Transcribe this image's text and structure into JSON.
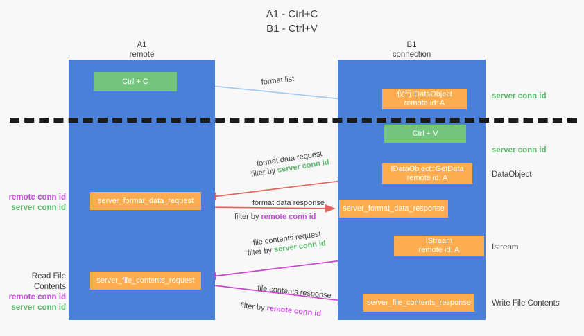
{
  "title": {
    "line1": "A1 - Ctrl+C",
    "line2": "B1 - Ctrl+V"
  },
  "columns": [
    {
      "name": "A1",
      "role": "remote"
    },
    {
      "name": "B1",
      "role": "connection"
    }
  ],
  "nodes": [
    {
      "id": "ctrl-c",
      "line1": "Ctrl + C",
      "line2": "",
      "color": "#74c47e"
    },
    {
      "id": "idataobject",
      "line1": "仅行IDataObject",
      "line2": "remote id: A",
      "color": "#fcad4f"
    },
    {
      "id": "ctrl-v",
      "line1": "Ctrl + V",
      "line2": "",
      "color": "#74c47e"
    },
    {
      "id": "getdata",
      "line1": "IDataObject::GetData",
      "line2": "remote id: A",
      "color": "#fcad4f"
    },
    {
      "id": "format-data-req",
      "line1": "server_format_data_request",
      "line2": "",
      "color": "#fcad4f"
    },
    {
      "id": "format-data-res",
      "line1": "server_format_data_response",
      "line2": "",
      "color": "#fcad4f"
    },
    {
      "id": "istream",
      "line1": "IStream",
      "line2": "remote id: A",
      "color": "#fcad4f"
    },
    {
      "id": "file-contents-req",
      "line1": "server_file_contents_request",
      "line2": "",
      "color": "#fcad4f"
    },
    {
      "id": "file-contents-res",
      "line1": "server_file_contents_response",
      "line2": "",
      "color": "#fcad4f"
    }
  ],
  "side_labels": {
    "server_conn_id_top": "server conn id",
    "server_conn_id_paste": "server conn id",
    "dataobject": "DataObject",
    "istream": "Istream",
    "write_file_contents": "Write File Contents",
    "read_file_contents": "Read File Contents",
    "remote_conn_id": "remote conn id",
    "server_conn_id": "server conn id"
  },
  "edges": [
    {
      "id": "format-list",
      "label": "format list",
      "filter_prefix": "",
      "filter_key": "",
      "color": "#9dc8ef"
    },
    {
      "id": "format-data-req",
      "label": "format data request",
      "filter_prefix": "filter by",
      "filter_key": "server conn id",
      "color": "#e8625c"
    },
    {
      "id": "format-data-res",
      "label": "format data response",
      "filter_prefix": "filter by",
      "filter_key": "remote conn id",
      "color": "#e8625c"
    },
    {
      "id": "file-contents-req",
      "label": "file contents request",
      "filter_prefix": "filter by",
      "filter_key": "server conn id",
      "color": "#cc44cc"
    },
    {
      "id": "file-contents-res",
      "label": "file contents response",
      "filter_prefix": "filter by",
      "filter_key": "remote conn id",
      "color": "#cc44cc"
    }
  ],
  "colors": {
    "lane": "#4a80d8",
    "green_node": "#74c47e",
    "orange_node": "#fcad4f",
    "green_text": "#5bb96b",
    "purple_text": "#c34fd8",
    "background": "#f8f8f8",
    "divider": "#1b1b1b"
  }
}
